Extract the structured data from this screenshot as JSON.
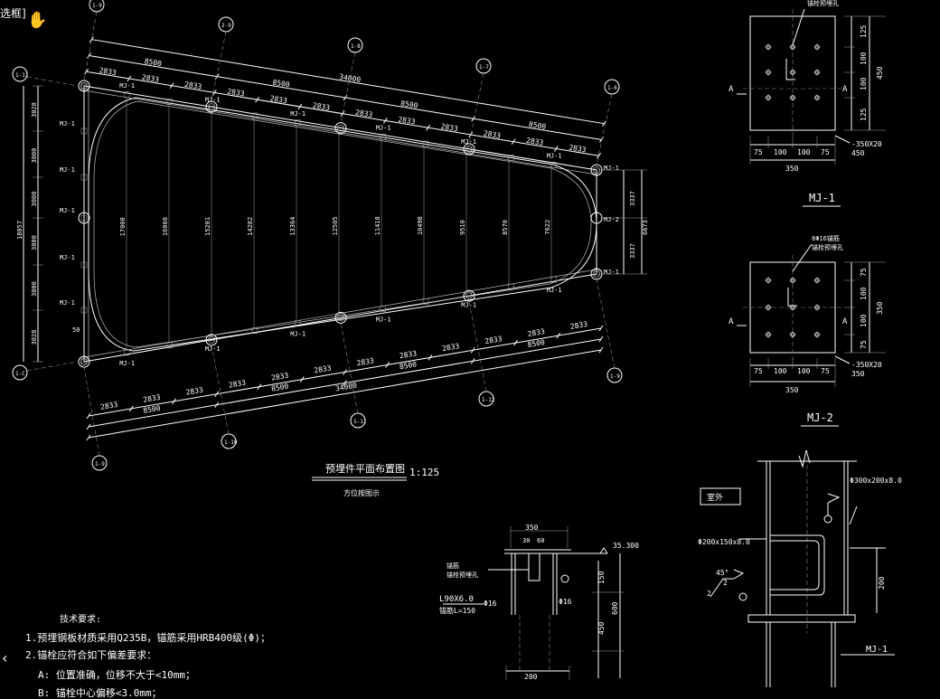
{
  "viewport": {
    "title_fragment": "选框]"
  },
  "plan": {
    "title": "预埋件平面布置图",
    "scale": "1:125",
    "subtitle": "方位按图示",
    "total_length": "34000",
    "bay": "8500",
    "sub_bay": "2833",
    "left_dims": [
      "3028",
      "3000",
      "3000",
      "3000",
      "3000",
      "3028"
    ],
    "left_total": "18057",
    "right_dims": [
      "3337",
      "3337"
    ],
    "right_total": "6673",
    "spans": [
      "17000",
      "16060",
      "15201",
      "14282",
      "13364",
      "12505",
      "11418",
      "10498",
      "9510",
      "8570",
      "7622"
    ],
    "axis_top": [
      "1-9",
      "2-9",
      "1-8",
      "1-7",
      "1-6"
    ],
    "axis_bottom": [
      "1-9",
      "1-10",
      "1-11",
      "1-12"
    ],
    "axis_left": [
      "1-11",
      "1-C"
    ],
    "mark_mj1": "MJ-1",
    "mark_mj2": "MJ-2",
    "row_50": "50"
  },
  "mj1": {
    "title": "MJ-1",
    "dims_v": [
      "125",
      "100",
      "100",
      "125"
    ],
    "total_v": "450",
    "dims_h": [
      "75",
      "100",
      "100",
      "75"
    ],
    "total_h": "350",
    "plate": "-350X20",
    "plate_sub": "450",
    "section": "A",
    "note": "锚栓预埋孔"
  },
  "mj2": {
    "title": "MJ-2",
    "dims_v": [
      "75",
      "100",
      "100",
      "75"
    ],
    "total_v": "350",
    "dims_h": [
      "75",
      "100",
      "100",
      "75"
    ],
    "total_h": "350",
    "plate": "-350X20",
    "plate_sub": "350",
    "section": "A",
    "callout": "8Φ16锚筋",
    "note": "锚栓预埋孔"
  },
  "section_detail": {
    "top_dim": "350",
    "sub_dims": [
      "30",
      "60"
    ],
    "elevation": "35.300",
    "leader_1": "锚筋",
    "leader_2": "锚栓预埋孔",
    "angle": "L90X6.0",
    "angle_len": "锚筋L=150",
    "rebar": "Φ16",
    "dims_r": [
      "150",
      "600",
      "450"
    ],
    "bottom": "200"
  },
  "column_detail": {
    "label": "室外",
    "tube_1": "Φ300x200x8.0",
    "tube_2": "Φ200x150x8.0",
    "angle": "45°",
    "weld": "2",
    "dim": "200",
    "mark": "MJ-1"
  },
  "notes": {
    "heading": "技术要求:",
    "items": [
      "1.预埋钢板材质采用Q235B，锚筋采用HRB400级(Φ)；",
      "2.锚栓应符合如下偏差要求：",
      "A: 位置准确，位移不大于<10mm；",
      "B: 锚栓中心偏移<3.0mm；"
    ]
  }
}
